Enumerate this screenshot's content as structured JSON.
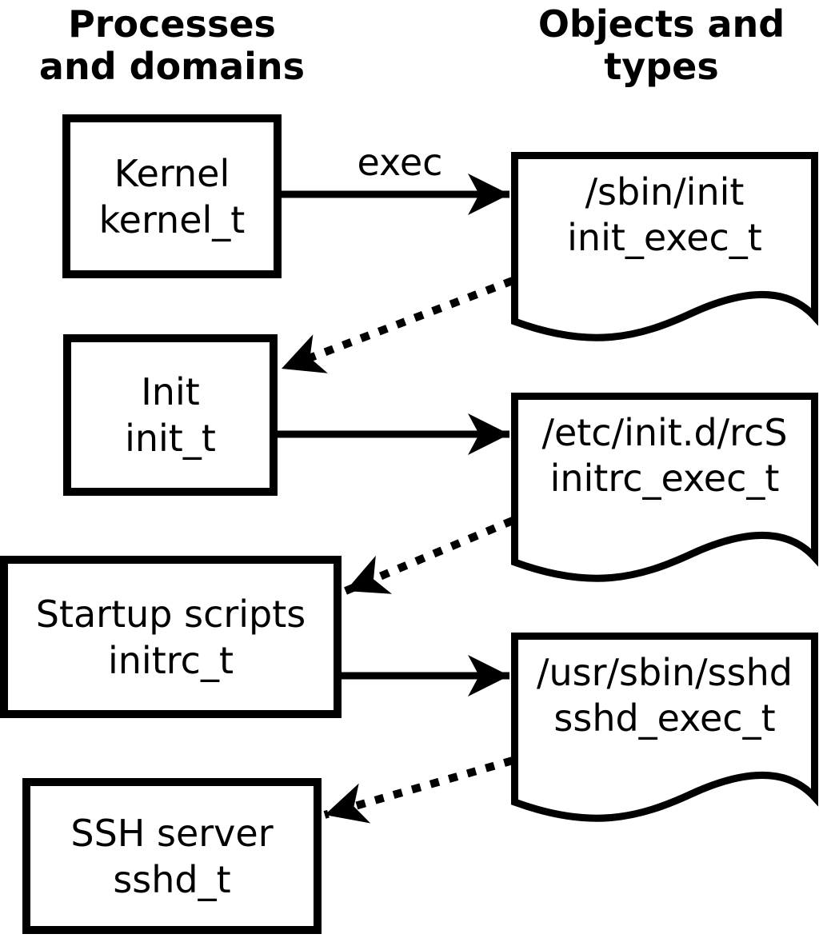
{
  "diagram": {
    "headers": {
      "left": {
        "line1": "Processes",
        "line2": "and domains"
      },
      "right": {
        "line1": "Objects and",
        "line2": "types"
      }
    },
    "processes": [
      {
        "id": "kernel",
        "name": "Kernel",
        "type": "kernel_t"
      },
      {
        "id": "init",
        "name": "Init",
        "type": "init_t"
      },
      {
        "id": "startup-scripts",
        "name": "Startup scripts",
        "type": "initrc_t"
      },
      {
        "id": "ssh-server",
        "name": "SSH server",
        "type": "sshd_t"
      }
    ],
    "objects": [
      {
        "id": "sbin-init",
        "path": "/sbin/init",
        "type": "init_exec_t"
      },
      {
        "id": "etc-initd-rcs",
        "path": "/etc/init.d/rcS",
        "type": "initrc_exec_t"
      },
      {
        "id": "usr-sbin-sshd",
        "path": "/usr/sbin/sshd",
        "type": "sshd_exec_t"
      }
    ],
    "edges": {
      "exec_label": "exec"
    },
    "colors": {
      "line": "#000000",
      "fill": "#ffffff"
    }
  }
}
